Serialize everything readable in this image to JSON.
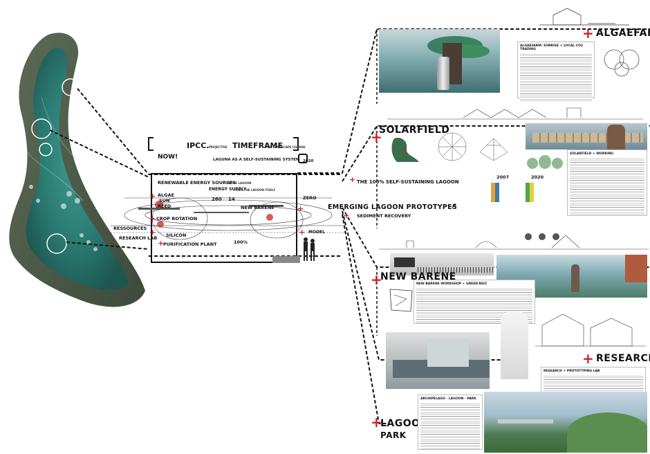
{
  "sections": {
    "algaefarm": "ALGAEFARM",
    "solarfield": "SOLARFIELD",
    "new_barene": "NEW BARENE",
    "research": "RESEARCH",
    "lagoon_park_1": "LAGOON",
    "lagoon_park_2": "PARK"
  },
  "timeline": {
    "ipcc": "IPCC.",
    "projective": "PROJECTIVE",
    "timeframe": "TIMEFRAME",
    "for_landscape": "FOR LANDSCAPE CHANGE",
    "now": "NOW!",
    "laguna": "LAGUNA AS A SELF-SUSTAINING SYSTEM",
    "year": "2020"
  },
  "diagram": {
    "renewable": "RENEWABLE ENERGY SOURCES",
    "renewable_sub": "IN THE LAGOON",
    "energy_supply": "ENERGY SUPPLY",
    "energy_supply_sub": "FROM THE LAGOON ITSELF",
    "emerging": "EMERGING LAGOON PROTOTYPES",
    "sediment": "SEDIMENT RECOVERY",
    "algae": "ALGAE",
    "sun": "SUN",
    "reed": "REED",
    "crop_rotation": "CROP ROTATION",
    "ressources": "RESSOURCES",
    "research_lab": "RESEARCH LAB",
    "silicon": "SILICON",
    "purification": "PURIFICATION PLANT",
    "new_barene": "NEW BARENE",
    "zero": "ZERO",
    "model": "MODEL",
    "self_sustaining": "THE 100% SELF-SUSTAINING LAGOON",
    "hundred": "100%",
    "value_260": "260",
    "value_14": "14"
  },
  "solar": {
    "y2007": "2007",
    "y2020": "2020"
  },
  "textblocks": {
    "algae_title": "ALGAEFARM: SUNRISE + LOCAL CO2 TRADING",
    "solar_title": "SOLARFIELD + WORKING",
    "barene_title": "NEW BARENE WORKSHOP + GREEN BELT",
    "research_title": "RESEARCH + PROTOTYPING LAB",
    "park_title": "ARCHIPELAGO - LAGOON - PARK"
  },
  "colors": {
    "accent_red": "#d0202a",
    "lagoon_teal": "#2e8a84",
    "dark": "#111111"
  }
}
